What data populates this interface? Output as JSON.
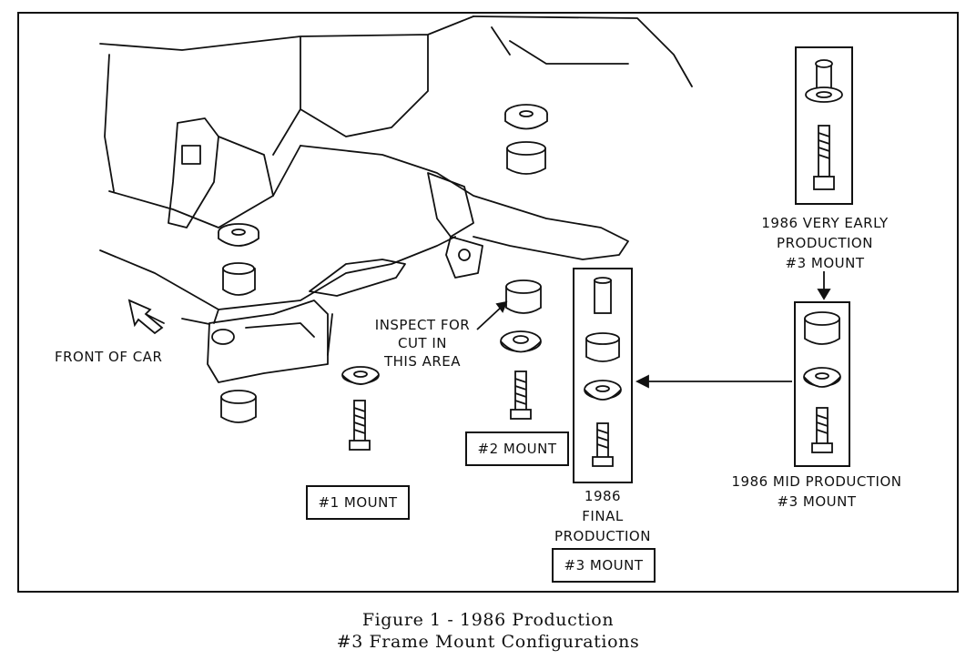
{
  "labels": {
    "front_of_car": "FRONT OF CAR",
    "inspect": [
      "INSPECT FOR",
      "CUT IN",
      "THIS AREA"
    ],
    "mount1": "#1 MOUNT",
    "mount2": "#2 MOUNT",
    "mount3_final": "#3 MOUNT",
    "final_production": [
      "1986",
      "FINAL",
      "PRODUCTION"
    ],
    "very_early": [
      "1986 VERY EARLY",
      "PRODUCTION",
      "#3 MOUNT"
    ],
    "mid_production": [
      "1986 MID PRODUCTION",
      "#3 MOUNT"
    ]
  },
  "caption": {
    "line1": "Figure 1 - 1986 Production",
    "line2": "#3 Frame Mount Configurations"
  }
}
